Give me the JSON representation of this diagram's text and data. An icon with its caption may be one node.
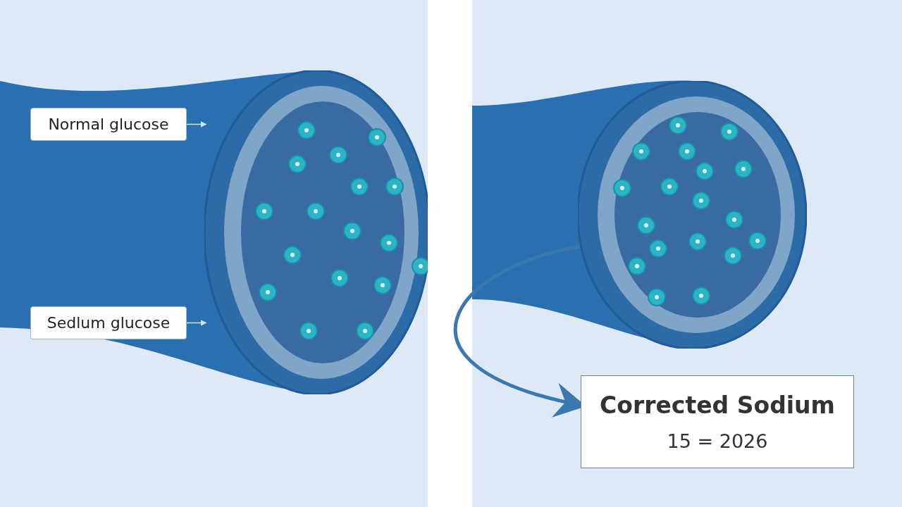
{
  "diagram": {
    "nodes": [
      {
        "text": [
          "Normal glucose"
        ]
      },
      {
        "text": [
          "Sedlum glucose"
        ]
      },
      {
        "text": [],
        "shape": "picture"
      },
      {
        "text": [],
        "shape": "picture"
      },
      {
        "text": [
          "Corrected Sodium",
          "15 = 2026"
        ]
      }
    ],
    "edges": [
      {
        "from": 0,
        "to": 2,
        "arrow": "to"
      },
      {
        "from": 1,
        "to": 2,
        "arrow": "to"
      },
      {
        "from": 3,
        "to": 4,
        "arrow": "to",
        "style": "thick",
        "color": "#3a78b0"
      }
    ]
  }
}
